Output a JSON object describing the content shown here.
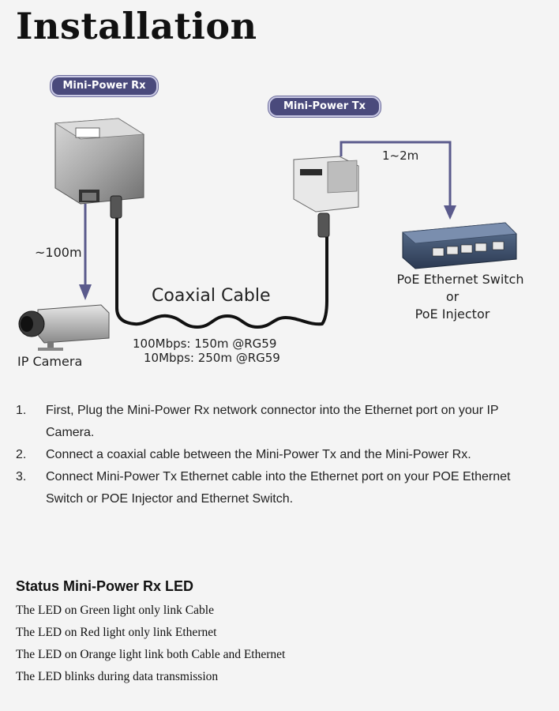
{
  "title": "Installation",
  "diagram": {
    "rx_label": "Mini-Power Rx",
    "tx_label": "Mini-Power Tx",
    "distance_tx_switch": "1~2m",
    "distance_rx_camera": "~100m",
    "coax_label": "Coaxial Cable",
    "speed_line1": "100Mbps: 150m @RG59",
    "speed_line2": "10Mbps: 250m @RG59",
    "camera_label": "IP Camera",
    "switch_line1": "PoE Ethernet Switch",
    "switch_line2": "or",
    "switch_line3": "PoE Injector"
  },
  "steps": [
    {
      "num": "1.",
      "text": "First, Plug the Mini-Power Rx network connector into the Ethernet port on your IP Camera."
    },
    {
      "num": "2.",
      "text": "Connect a coaxial cable between the Mini-Power Tx and the Mini-Power Rx."
    },
    {
      "num": "3.",
      "text": "Connect Mini-Power Tx Ethernet cable into the Ethernet port on your POE Ethernet Switch or POE Injector and Ethernet Switch."
    }
  ],
  "status": {
    "title": "Status Mini-Power Rx LED",
    "lines": [
      "The LED on Green light only link Cable",
      "The LED on Red light only link Ethernet",
      "The LED on Orange light link both Cable and Ethernet",
      "The LED blinks during data transmission"
    ]
  },
  "colors": {
    "arrow": "#5a5a8c",
    "pill": "#4a4a7c",
    "cable": "#111111"
  }
}
